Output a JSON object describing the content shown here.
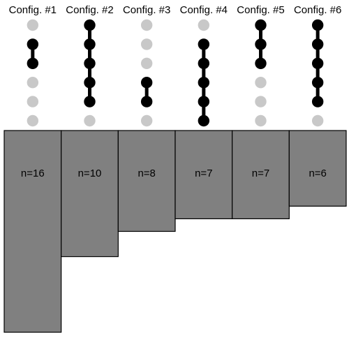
{
  "chart_data": {
    "type": "bar",
    "categories": [
      "Config. #1",
      "Config. #2",
      "Config. #3",
      "Config. #4",
      "Config. #5",
      "Config. #6"
    ],
    "values": [
      16,
      10,
      8,
      7,
      7,
      6
    ],
    "value_labels": [
      "n=16",
      "n=10",
      "n=8",
      "n=7",
      "n=7",
      "n=6"
    ],
    "matrix_rows": 6,
    "active_dots": [
      [
        1,
        2
      ],
      [
        0,
        1,
        2,
        3,
        4
      ],
      [
        3,
        4
      ],
      [
        1,
        2,
        3,
        4,
        5
      ],
      [
        0,
        1,
        2
      ],
      [
        0,
        1,
        2,
        3,
        4
      ]
    ],
    "bar_direction": "downward",
    "bar_color": "#808080",
    "active_dot_color": "#000000",
    "inactive_dot_color": "#c8c8c8",
    "border_color": "#000000",
    "title": "",
    "xlabel": "",
    "ylabel": "",
    "grid": false
  }
}
